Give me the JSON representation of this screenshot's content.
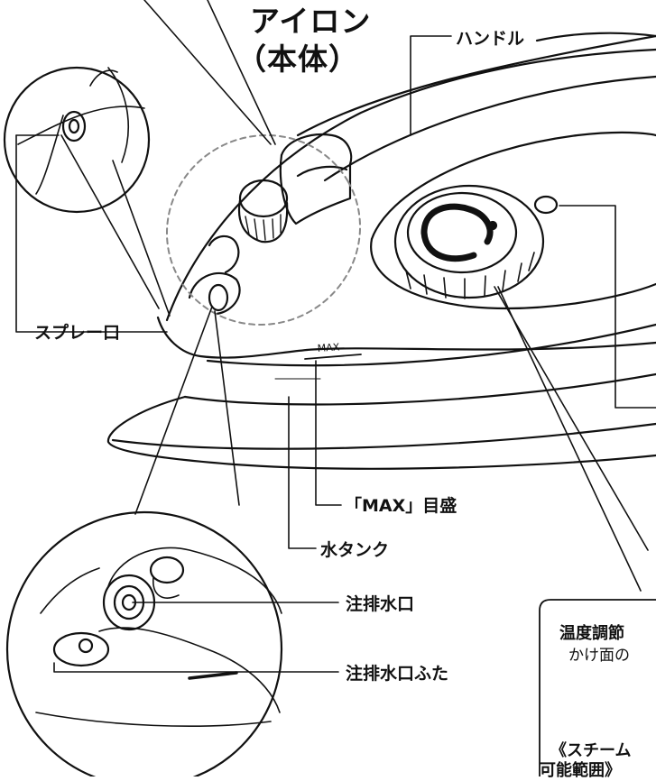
{
  "title": {
    "line1": "アイロン",
    "line2": "（本体）"
  },
  "labels": {
    "handle": "ハンドル",
    "spray_nozzle": "スプレー口",
    "max_mark": "「MAX」目盛",
    "water_tank": "水タンク",
    "water_inlet": "注排水口",
    "water_inlet_cover": "注排水口ふた",
    "max_engraving": "MAX"
  },
  "info_box": {
    "line1": "温度調節",
    "line2": "かけ面の",
    "line3": "《スチーム",
    "line4": "可能範囲》"
  },
  "colors": {
    "line": "#111111",
    "dashed": "#888888",
    "background": "#ffffff"
  }
}
